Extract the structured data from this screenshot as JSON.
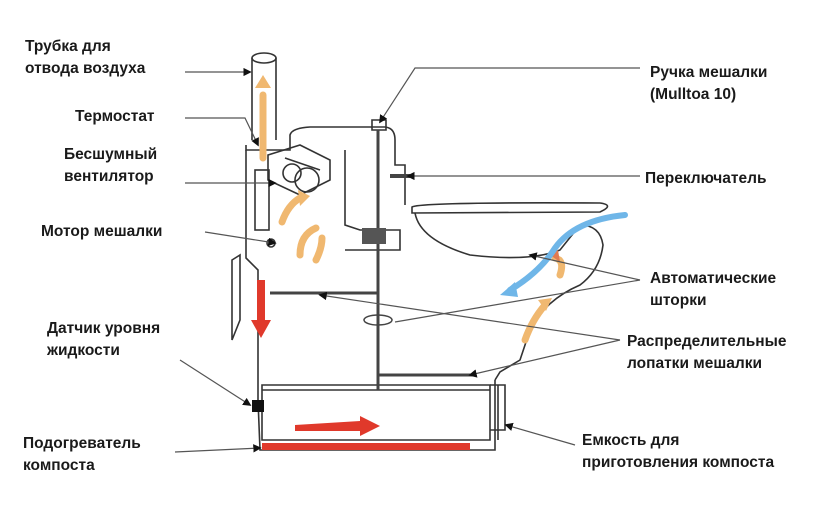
{
  "labels": {
    "air_pipe": [
      "Трубка для",
      "отвода воздуха"
    ],
    "thermostat": [
      "Термостат"
    ],
    "fan": [
      "Бесшумный",
      "вентилятор"
    ],
    "mixer_motor": [
      "Мотор мешалки"
    ],
    "level_sensor": [
      "Датчик уровня",
      "жидкости"
    ],
    "heater": [
      "Подогреватель",
      "компоста"
    ],
    "mixer_handle": [
      "Ручка мешалки",
      "(Mulltoa 10)"
    ],
    "switch": [
      "Переключатель"
    ],
    "shutters": [
      "Автоматические",
      "шторки"
    ],
    "paddles": [
      "Распределительные",
      "лопатки мешалки"
    ],
    "container": [
      "Емкость для",
      "приготовления компоста"
    ]
  },
  "colors": {
    "outline": "#333333",
    "warm_air": "#f0b870",
    "fresh_air": "#6fb6e8",
    "heat": "#e0392b",
    "pointer": "#555555"
  }
}
